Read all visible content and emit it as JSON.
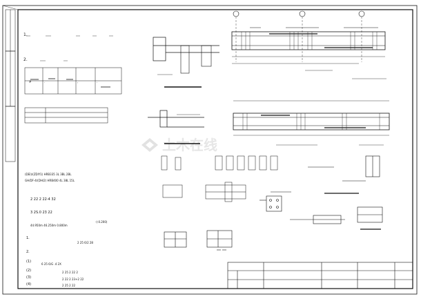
{
  "notes_left": {
    "n1": "1.",
    "n2": "2.",
    "box_labels": [
      "#",
      ".",
      ",",
      "."
    ],
    "spec_rows": [
      "(DEI)/(ZDIY1)  HRB335  3L  3BL  2BL",
      "GH/DF-4/(DH/2)  HRB400  4L  38L  15L"
    ],
    "line_a": "2  22   2  22-4 32",
    "line_b": "3  2S.0  23  22",
    "line_c": "-(-0.200)",
    "line_d": "44.950m  46.250m  0.800m",
    "numbered": [
      "1.",
      "2.",
      "(1)",
      "(2)",
      "(3)",
      "(4)"
    ],
    "dims_a": "6  25 6/G   .4  2X",
    "dims_b": "2  25    2  22   2",
    "dims_c": "2  22   2  23+2 22",
    "dims_d": "2  25    2  22"
  },
  "box_note": "2  25 6/2 28"
}
